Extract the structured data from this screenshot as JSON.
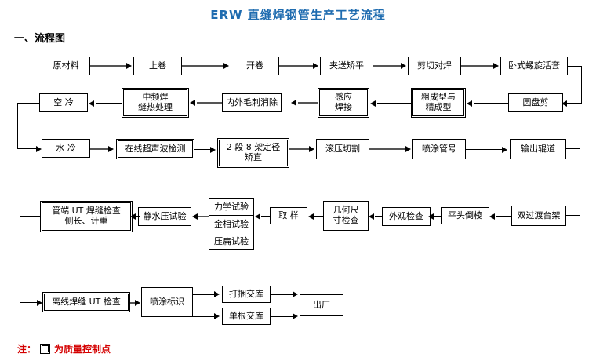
{
  "page": {
    "title": "ERW 直缝焊钢管生产工艺流程",
    "section_heading": "一、流程图",
    "accent_color": "#1f6cb0",
    "note_color": "#d40000"
  },
  "legend": {
    "prefix": "注：",
    "suffix": "为质量控制点",
    "symbol_name": "double-square"
  },
  "flow": {
    "row1": [
      {
        "label": "原材料",
        "qc": false
      },
      {
        "label": "上卷",
        "qc": false
      },
      {
        "label": "开卷",
        "qc": false
      },
      {
        "label": "夹送矫平",
        "qc": false
      },
      {
        "label": "剪切对焊",
        "qc": false
      },
      {
        "label": "卧式螺旋活套",
        "qc": false
      }
    ],
    "row2": [
      {
        "label": "空 冷",
        "qc": false
      },
      {
        "label": "中频焊\n缝热处理",
        "qc": true
      },
      {
        "label": "内外毛刺消除",
        "qc": false
      },
      {
        "label": "感应\n焊接",
        "qc": true
      },
      {
        "label": "粗成型与\n精成型",
        "qc": true
      },
      {
        "label": "圆盘剪",
        "qc": false
      }
    ],
    "row3": [
      {
        "label": "水 冷",
        "qc": false
      },
      {
        "label": "在线超声波检测",
        "qc": true
      },
      {
        "label": "2 段 8 架定径\n矫直",
        "qc": true
      },
      {
        "label": "滚压切割",
        "qc": false
      },
      {
        "label": "喷涂管号",
        "qc": false
      },
      {
        "label": "输出辊道",
        "qc": false
      }
    ],
    "row4": [
      {
        "label": "管端 UT 焊缝检查\n侧长、计重",
        "qc": true
      },
      {
        "label": "静水压试验",
        "qc": false
      },
      {
        "label": "取 样",
        "qc": false
      },
      {
        "label": "几何尺\n寸检查",
        "qc": false
      },
      {
        "label": "外观检查",
        "qc": false
      },
      {
        "label": "平头倒棱",
        "qc": false
      },
      {
        "label": "双过渡台架",
        "qc": false
      }
    ],
    "row4_tests": [
      {
        "label": "力学试验"
      },
      {
        "label": "金相试验"
      },
      {
        "label": "压扁试验"
      }
    ],
    "row5": [
      {
        "label": "离线焊缝 UT 检查",
        "qc": true
      },
      {
        "label": "喷涂标识",
        "qc": false
      },
      {
        "label": "打捆交库",
        "qc": false
      },
      {
        "label": "单根交库",
        "qc": false
      },
      {
        "label": "出厂",
        "qc": false
      }
    ]
  }
}
